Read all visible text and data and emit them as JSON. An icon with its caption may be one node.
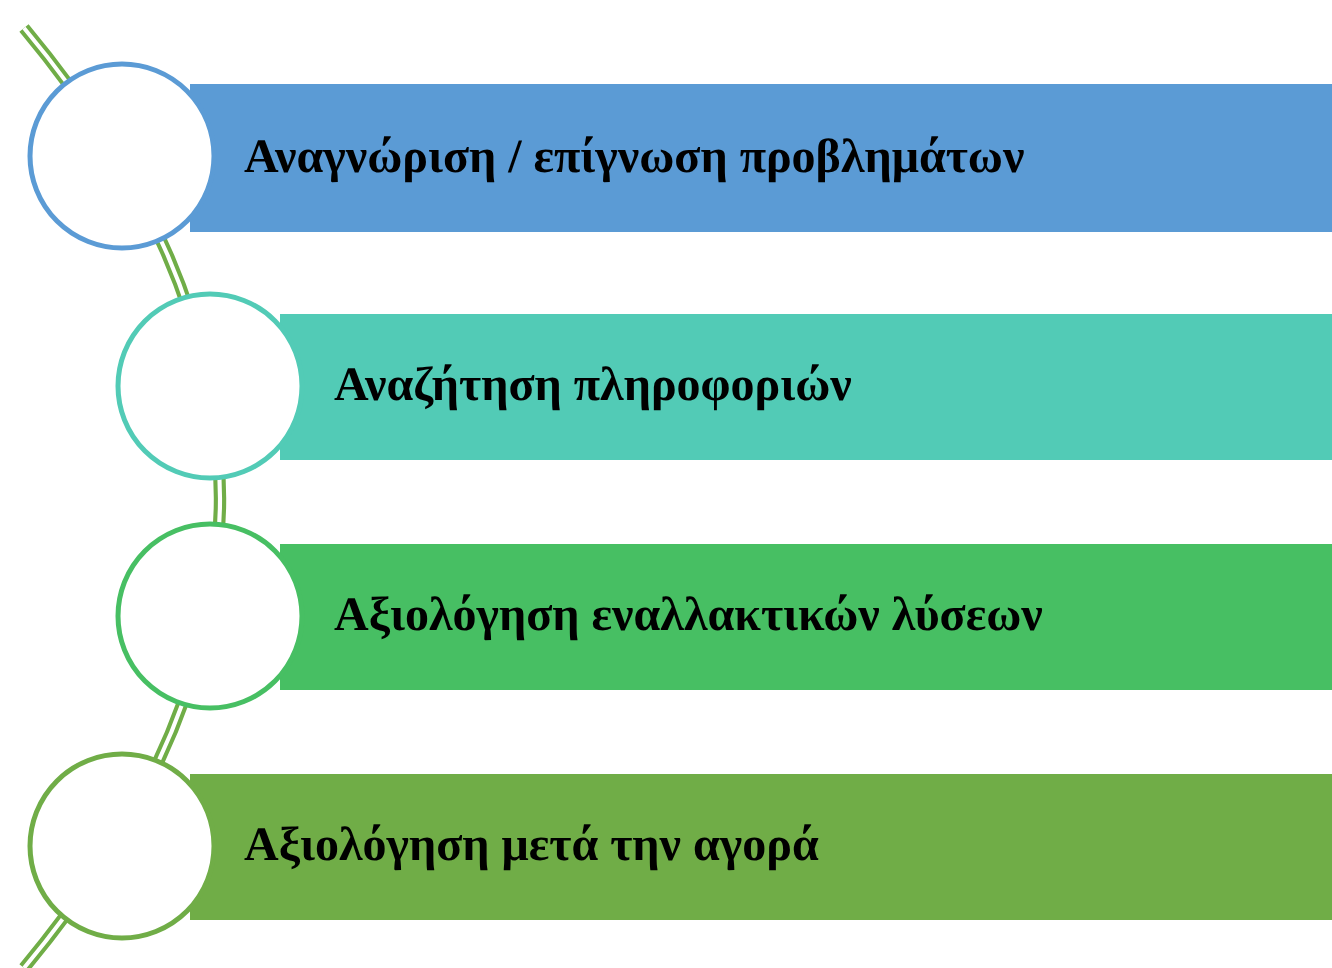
{
  "diagram": {
    "nodes": [
      {
        "text": [
          "Αναγνώριση / επίγνωση προβλημάτων"
        ]
      },
      {
        "text": [
          "Αναζήτηση πληροφοριών"
        ]
      },
      {
        "text": [
          "Αξιολόγηση εναλλακτικών λύσεων"
        ]
      },
      {
        "text": [
          "Αξιολόγηση μετά την αγορά"
        ]
      },
      {
        "text": [],
        "shape": "circle"
      },
      {
        "text": [],
        "shape": "circle"
      },
      {
        "text": [],
        "shape": "circle"
      },
      {
        "text": [],
        "shape": "circle"
      }
    ]
  }
}
